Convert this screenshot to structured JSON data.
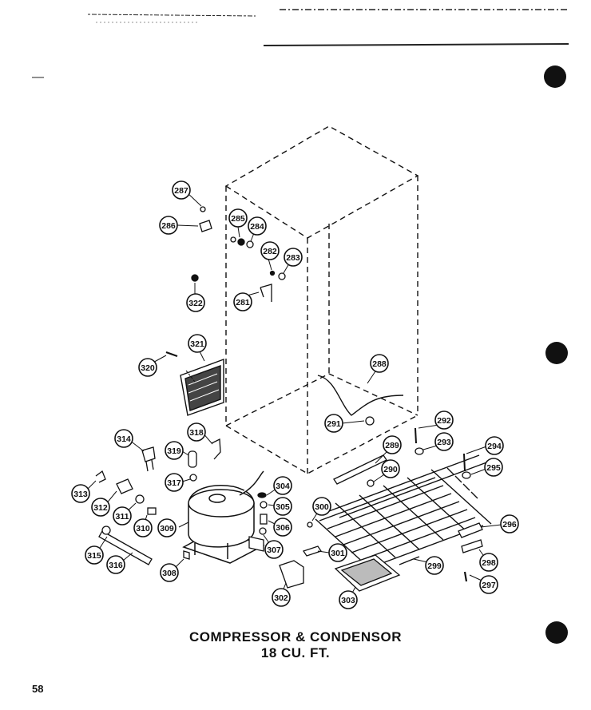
{
  "title": "COMPRESSOR & CONDENSOR",
  "subtitle": "18 CU. FT.",
  "page_number": "58",
  "callouts": [
    "281",
    "282",
    "283",
    "284",
    "285",
    "286",
    "287",
    "288",
    "289",
    "290",
    "291",
    "292",
    "293",
    "294",
    "295",
    "296",
    "297",
    "298",
    "299",
    "300",
    "301",
    "302",
    "303",
    "304",
    "305",
    "306",
    "307",
    "308",
    "309",
    "310",
    "311",
    "312",
    "313",
    "314",
    "315",
    "316",
    "317",
    "318",
    "319",
    "320",
    "321",
    "322"
  ],
  "colors": {
    "ink": "#111111",
    "paper": "#ffffff"
  }
}
